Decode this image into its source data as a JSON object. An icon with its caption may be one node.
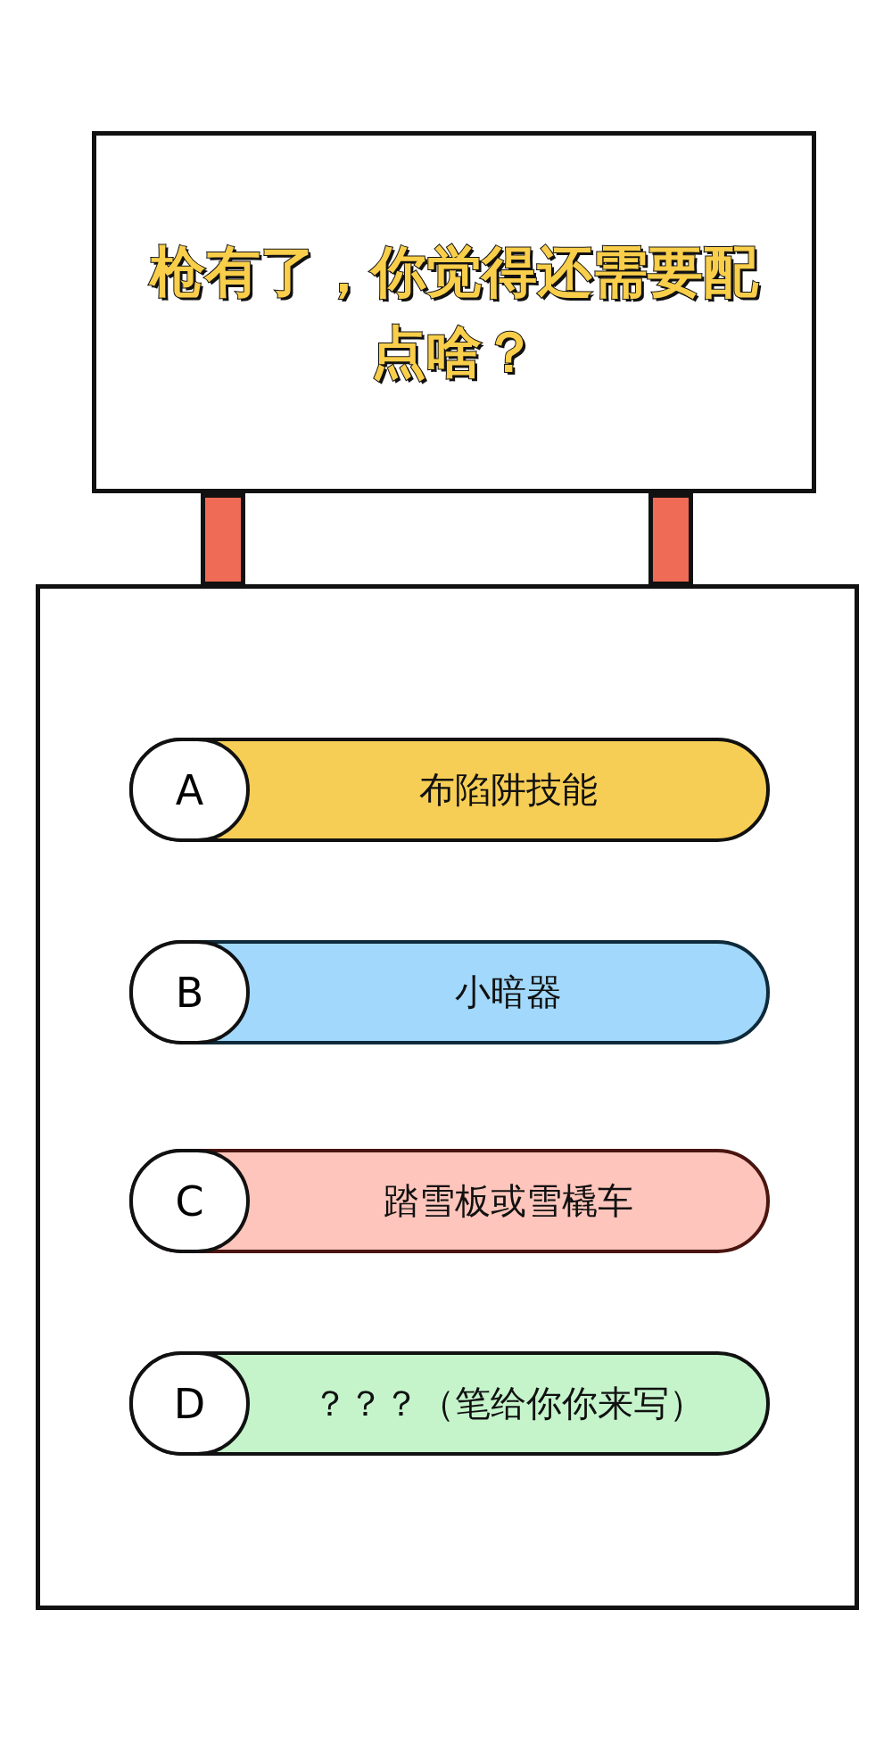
{
  "diagram": {
    "nodes": [
      {
        "text": [
          "枪有了，你觉得还需要配点啥？"
        ]
      },
      {
        "text": [],
        "shape": "bar"
      },
      {
        "text": [],
        "shape": "bar"
      },
      {
        "text": [],
        "shape": "box"
      },
      {
        "text": [
          "A",
          "布陷阱技能"
        ],
        "in": 3
      },
      {
        "text": [
          "B",
          "小暗器"
        ],
        "in": 3
      },
      {
        "text": [
          "C",
          "踏雪板或雪橇车"
        ],
        "in": 3
      },
      {
        "text": [
          "D",
          "？？？（笔给你你来写）"
        ],
        "in": 3
      }
    ],
    "edges": []
  }
}
